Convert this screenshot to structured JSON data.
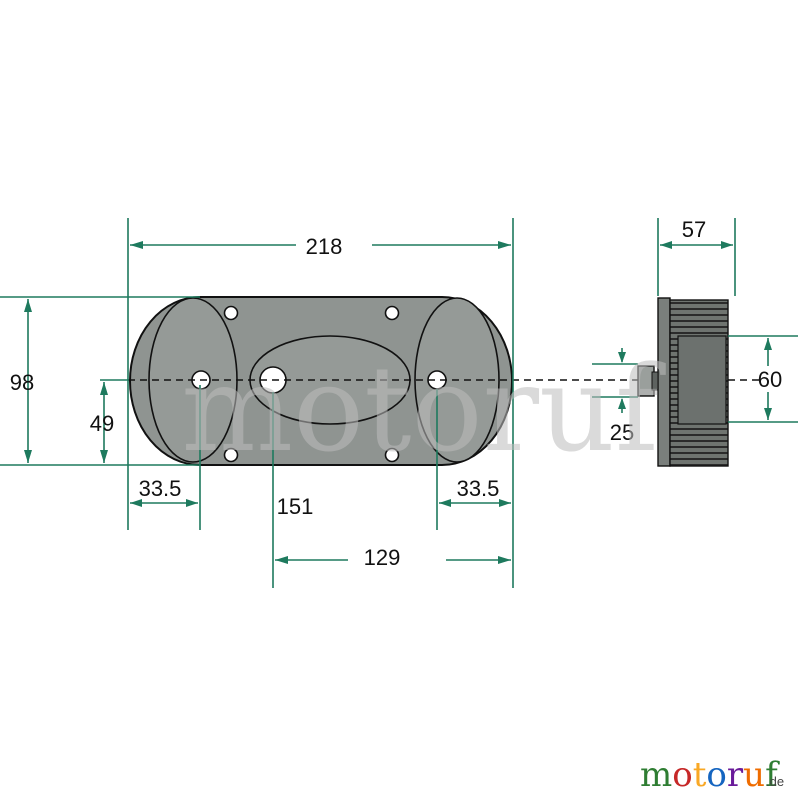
{
  "dimensions": {
    "overall_width": "218",
    "overall_height": "98",
    "hole_spacing_vertical": "49",
    "left_offset": "33.5",
    "right_offset": "33.5",
    "center_hole": "151",
    "hole_to_edge": "129",
    "depth": "57",
    "side_height": "60",
    "connector": "25"
  },
  "watermark": {
    "text": "motoruf"
  },
  "logo": {
    "letters": [
      "m",
      "o",
      "t",
      "o",
      "r",
      "u",
      "f"
    ],
    "letter_colors": [
      "#2e7d32",
      "#c62828",
      "#f9a825",
      "#1565c0",
      "#6a1b9a",
      "#ef6c00",
      "#2e7d32"
    ],
    "suffix": ".de"
  },
  "colors": {
    "dimension_lines": "#1e7a5e",
    "housing_fill": "#8f9491",
    "outline": "#111111"
  }
}
